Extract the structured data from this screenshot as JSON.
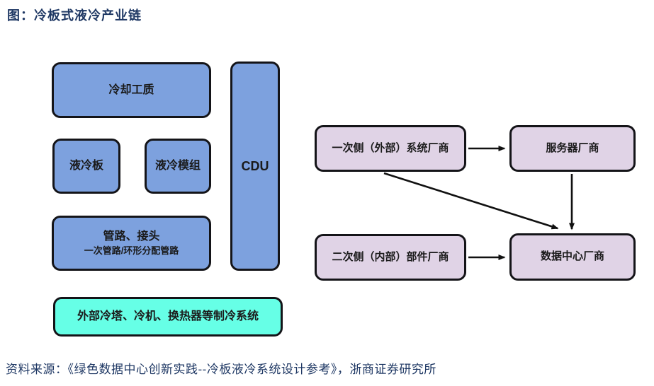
{
  "title": "图：冷板式液冷产业链",
  "source": "资料来源：《绿色数据中心创新实践--冷板液冷系统设计参考》，浙商证券研究所",
  "colors": {
    "heading_text": "#1F3864",
    "blue_box_fill": "#7DA1DE",
    "purple_box_fill": "#E0D3E6",
    "cyan_box_fill": "#66FFE6",
    "box_border": "#141418",
    "box_text": "#1a1a1a",
    "arrow": "#111111"
  },
  "left_chain": {
    "coolant": "冷却工质",
    "cold_plate": "液冷板",
    "cooling_module": "液冷模组",
    "cdu": "CDU",
    "piping_title": "管路、接头",
    "piping_subtitle": "一次管路/环形分配管路",
    "external_cooling": "外部冷塔、冷机、换热器等制冷系统"
  },
  "right_chain": {
    "primary_side_vendor": "一次侧（外部）系统厂商",
    "server_vendor": "服务器厂商",
    "secondary_side_vendor": "二次侧（内部）部件厂商",
    "datacenter_vendor": "数据中心厂商"
  }
}
